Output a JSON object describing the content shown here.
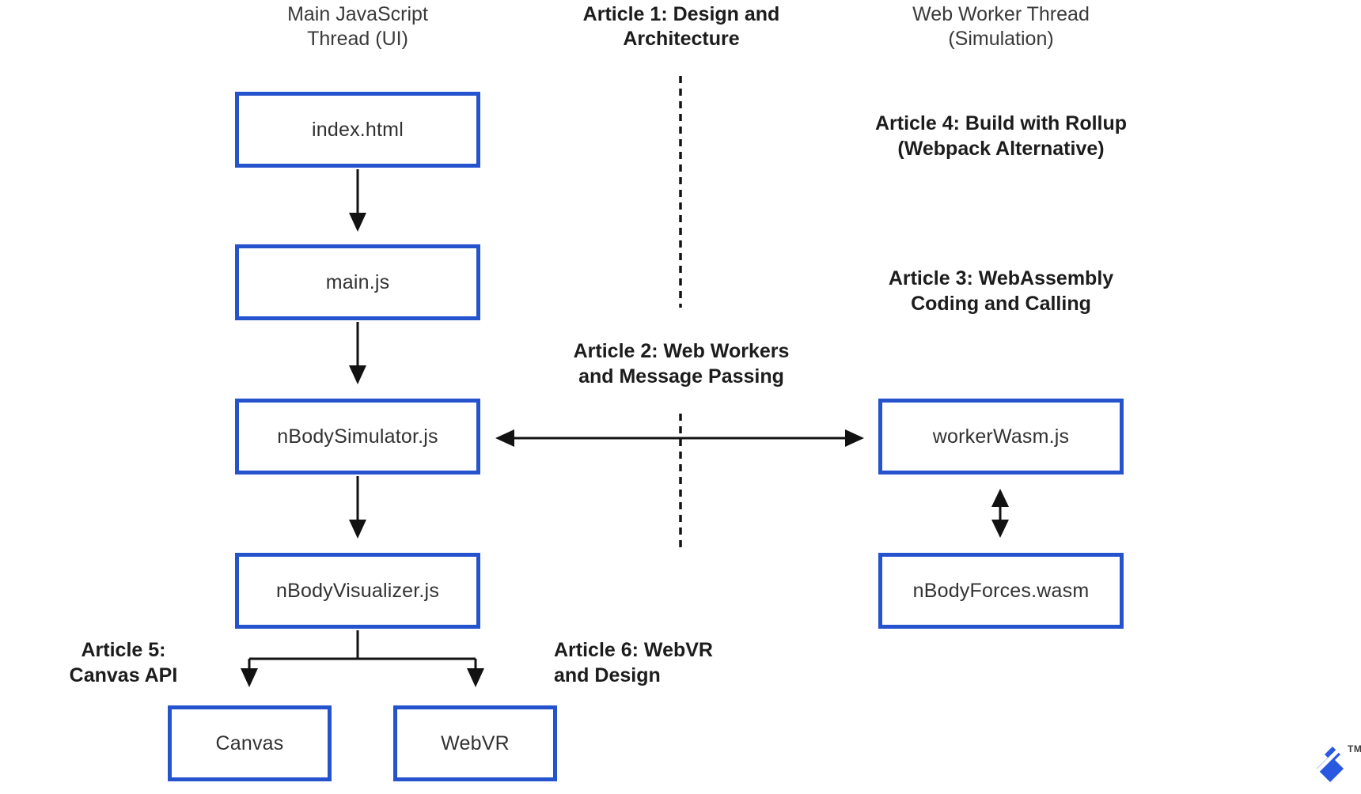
{
  "diagram": {
    "headers": {
      "left": {
        "line1": "Main JavaScript",
        "line2": "Thread (UI)"
      },
      "center": {
        "line1": "Article 1: Design and",
        "line2": "Architecture"
      },
      "right": {
        "line1": "Web Worker Thread",
        "line2": "(Simulation)"
      }
    },
    "articles": {
      "a2": {
        "line1": "Article 2: Web Workers",
        "line2": "and Message Passing"
      },
      "a3": {
        "line1": "Article 3: WebAssembly",
        "line2": "Coding and Calling"
      },
      "a4": {
        "line1": "Article 4: Build with Rollup",
        "line2": "(Webpack Alternative)"
      },
      "a5": {
        "line1": "Article 5:",
        "line2": "Canvas API"
      },
      "a6": {
        "line1": "Article 6: WebVR",
        "line2": "and Design"
      }
    },
    "nodes": {
      "index_html": "index.html",
      "main_js": "main.js",
      "nbody_simulator": "nBodySimulator.js",
      "nbody_visualizer": "nBodyVisualizer.js",
      "worker_wasm": "workerWasm.js",
      "nbody_forces": "nBodyForces.wasm",
      "canvas": "Canvas",
      "webvr": "WebVR"
    },
    "logo": {
      "trademark": "TM"
    },
    "colors": {
      "node_border": "#2453cd",
      "logo_blue": "#2b58e0",
      "line_black": "#121212",
      "text_regular": "#3a3a3a",
      "text_bold": "#1c1c1c"
    }
  }
}
